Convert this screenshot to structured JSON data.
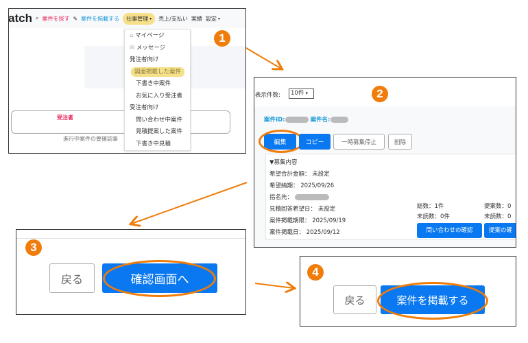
{
  "accent": "#f07c0a",
  "primary": "#0a78f0",
  "step1": {
    "badge": "1",
    "logo": "atch",
    "nav": {
      "search": "案件を探す",
      "post": "案件を掲載する",
      "work": "仕事管理",
      "sales": "売上/支払い",
      "results": "実績",
      "settings": "設定"
    },
    "menu": [
      "マイページ",
      "メッセージ",
      "発注者向け",
      "図面掲載した案件",
      "下書き中案件",
      "お気に入り受注者",
      "受注者向け",
      "問い合わせ中案件",
      "見積提案した案件",
      "下書き中見積"
    ],
    "tab": "受注者",
    "note": "進行中案件の要確認事"
  },
  "step2": {
    "badge": "2",
    "display_label": "表示件数:",
    "display_value": "10件",
    "id_label": "案件ID:",
    "name_label": "案件名:",
    "buttons": {
      "edit": "編集",
      "copy": "コピー",
      "pause": "一時募集停止",
      "delete": "削除"
    },
    "section": "▼募集内容",
    "details": [
      "希望合計金額： 未設定",
      "希望納期： 2025/09/26",
      "指名先：",
      "見積回答希望日： 未設定",
      "案件掲載期限： 2025/09/19",
      "案件掲載日： 2025/09/12"
    ],
    "stats": {
      "total": "総数：1件",
      "unread": "未読数：0件",
      "proposals": "提案数：0",
      "unread2": "未読数：0",
      "inquiry_btn": "問い合わせの確認",
      "proposal_btn": "提案の確"
    }
  },
  "step3": {
    "badge": "3",
    "back": "戻る",
    "confirm": "確認画面へ"
  },
  "step4": {
    "badge": "4",
    "back": "戻る",
    "publish": "案件を掲載する"
  }
}
